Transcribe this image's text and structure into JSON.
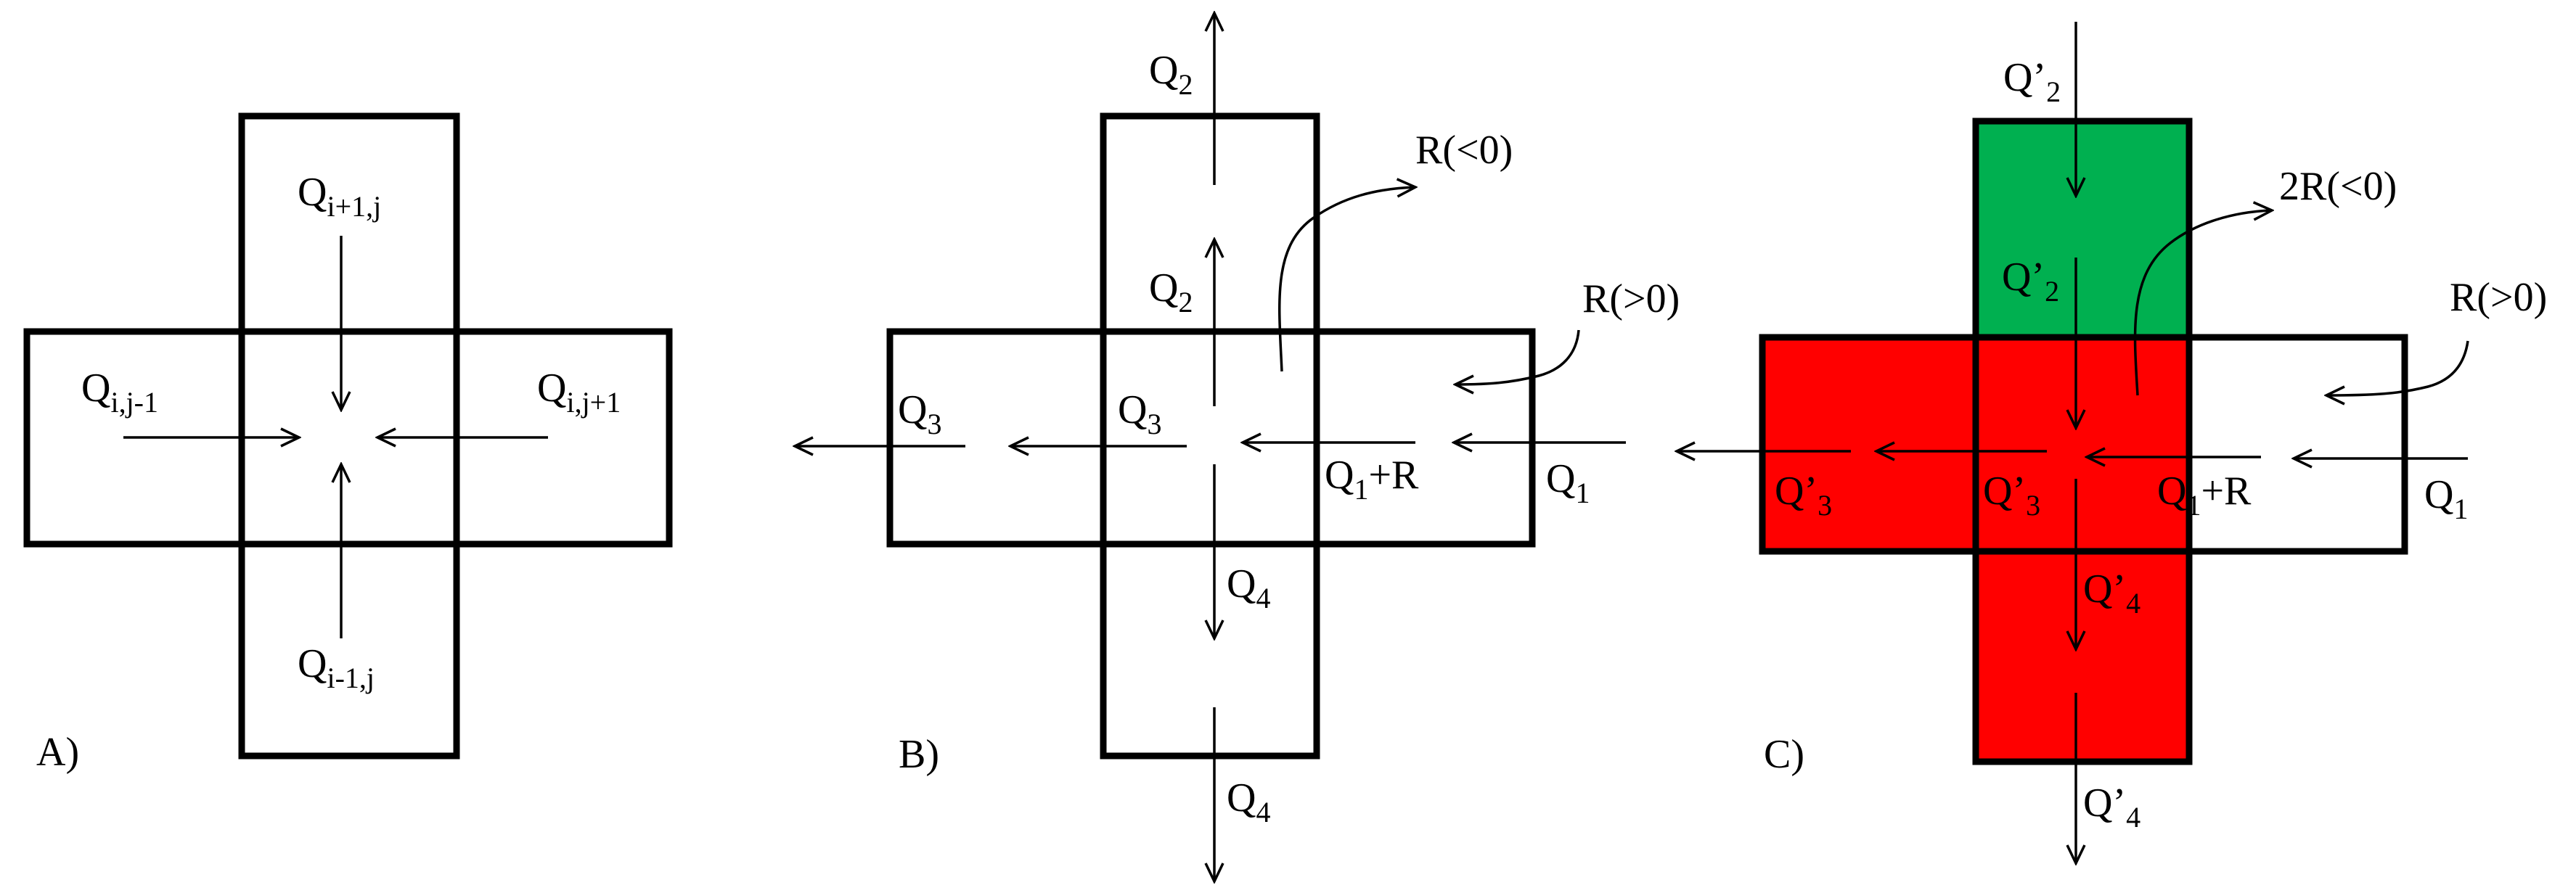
{
  "panels": [
    {
      "id": "A",
      "tag": "A)",
      "labels": {
        "q_top": {
          "main": "Q",
          "sub": "i+1,j"
        },
        "q_left": {
          "main": "Q",
          "sub": "i,j-1"
        },
        "q_right": {
          "main": "Q",
          "sub": "i,j+1"
        },
        "q_bottom": {
          "main": "Q",
          "sub": "i-1,j"
        }
      }
    },
    {
      "id": "B",
      "tag": "B)",
      "labels": {
        "q2_top": {
          "main": "Q",
          "sub": "2"
        },
        "q2_inner": {
          "main": "Q",
          "sub": "2"
        },
        "r_neg": "R(<0)",
        "r_pos": "R(>0)",
        "q3_outer": {
          "main": "Q",
          "sub": "3"
        },
        "q3_inner": {
          "main": "Q",
          "sub": "3"
        },
        "q1r": {
          "main": "Q",
          "sub": "1",
          "tail": "+R"
        },
        "q1": {
          "main": "Q",
          "sub": "1"
        },
        "q4_inner": {
          "main": "Q",
          "sub": "4"
        },
        "q4_bottom": {
          "main": "Q",
          "sub": "4"
        }
      }
    },
    {
      "id": "C",
      "tag": "C)",
      "colors": {
        "green": "#00B050",
        "red": "#FF0000"
      },
      "labels": {
        "q2p_top": {
          "main": "Q’",
          "sub": "2"
        },
        "q2p_inner": {
          "main": "Q’",
          "sub": "2"
        },
        "r2_neg": "2R(<0)",
        "r_pos": "R(>0)",
        "q3p_outer": {
          "main": "Q’",
          "sub": "3"
        },
        "q3p_inner": {
          "main": "Q’",
          "sub": "3"
        },
        "q1r": {
          "main": "Q",
          "sub": "1",
          "tail": "+R"
        },
        "q1": {
          "main": "Q",
          "sub": "1"
        },
        "q4p_inner": {
          "main": "Q’",
          "sub": "4"
        },
        "q4p_bottom": {
          "main": "Q’",
          "sub": "4"
        }
      }
    }
  ]
}
